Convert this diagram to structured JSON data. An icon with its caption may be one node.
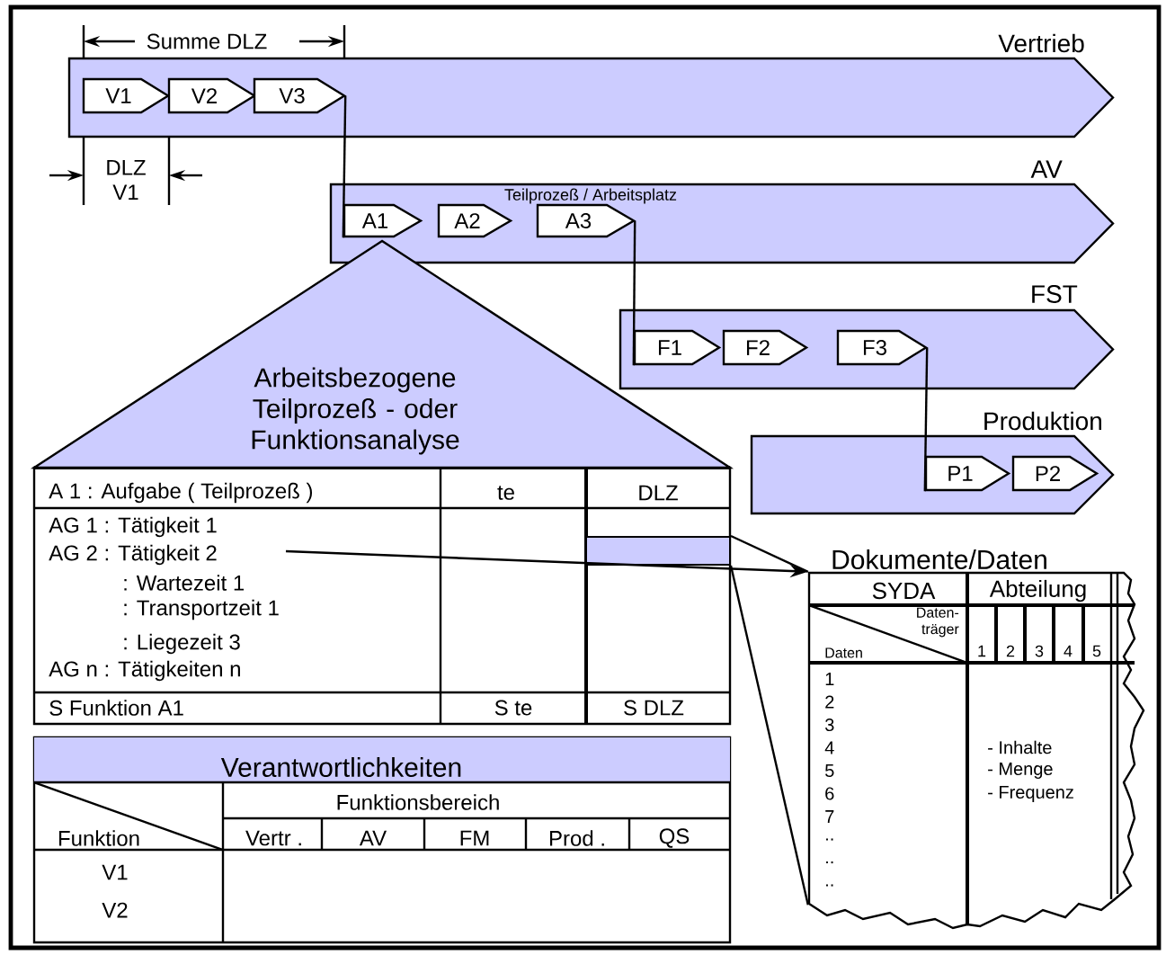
{
  "diagram": {
    "nodes": [
      {
        "text": [
          "Vertrieb"
        ]
      },
      {
        "text": [
          "V1"
        ],
        "in": 0
      },
      {
        "text": [
          "V2"
        ],
        "in": 0
      },
      {
        "text": [
          "V3"
        ],
        "in": 0
      },
      {
        "text": [
          "AV",
          "Teilprozeß / Arbeitsplatz"
        ]
      },
      {
        "text": [
          "A1"
        ],
        "in": 4
      },
      {
        "text": [
          "A2"
        ],
        "in": 4
      },
      {
        "text": [
          "A3"
        ],
        "in": 4
      },
      {
        "text": [
          "FST"
        ]
      },
      {
        "text": [
          "F1"
        ],
        "in": 8
      },
      {
        "text": [
          "F2"
        ],
        "in": 8
      },
      {
        "text": [
          "F3"
        ],
        "in": 8
      },
      {
        "text": [
          "Produktion"
        ]
      },
      {
        "text": [
          "P1"
        ],
        "in": 12
      },
      {
        "text": [
          "P2"
        ],
        "in": 12
      },
      {
        "text": [
          "Arbeitsbezogene Teilprozeß - oder Funktionsanalyse"
        ]
      },
      {
        "text": [
          "Dokumente/Daten"
        ]
      },
      {
        "text": [],
        "shape": "bar"
      }
    ],
    "edges": [
      {
        "from": 3,
        "to": 5,
        "arrow": "none"
      },
      {
        "from": 7,
        "to": 9,
        "arrow": "none"
      },
      {
        "from": 11,
        "to": 13,
        "arrow": "none"
      },
      {
        "from": null,
        "to": 16,
        "arrow": "to"
      },
      {
        "from": 17,
        "to": 16,
        "arrow": "none"
      },
      {
        "from": 17,
        "to": 16,
        "arrow": "none"
      }
    ],
    "labels": [
      "Summe DLZ",
      "DLZ V1",
      "A 1 : Aufgabe ( Teilprozeß )",
      "te",
      "DLZ",
      "AG 1 : Tätigkeit 1",
      "AG 2 : Tätigkeit 2",
      ": Wartezeit 1",
      ": Transportzeit 1",
      ": Liegezeit 3",
      "AG n : Tätigkeiten n",
      "S Funktion A1",
      "S te",
      "S DLZ",
      "Verantwortlichkeiten",
      "Funktionsbereich",
      "Funktion",
      "Vertr .",
      "AV",
      "FM",
      "Prod .",
      "QS",
      "V1",
      "V2",
      "SYDA",
      "Abteilung",
      "Daten- träger",
      "Daten",
      "1",
      "2",
      "3",
      "4",
      "5",
      "1",
      "2",
      "3",
      "4",
      "5",
      "6",
      "7",
      "..",
      "..",
      "..",
      "- Inhalte",
      "- Menge",
      "- Frequenz"
    ]
  }
}
